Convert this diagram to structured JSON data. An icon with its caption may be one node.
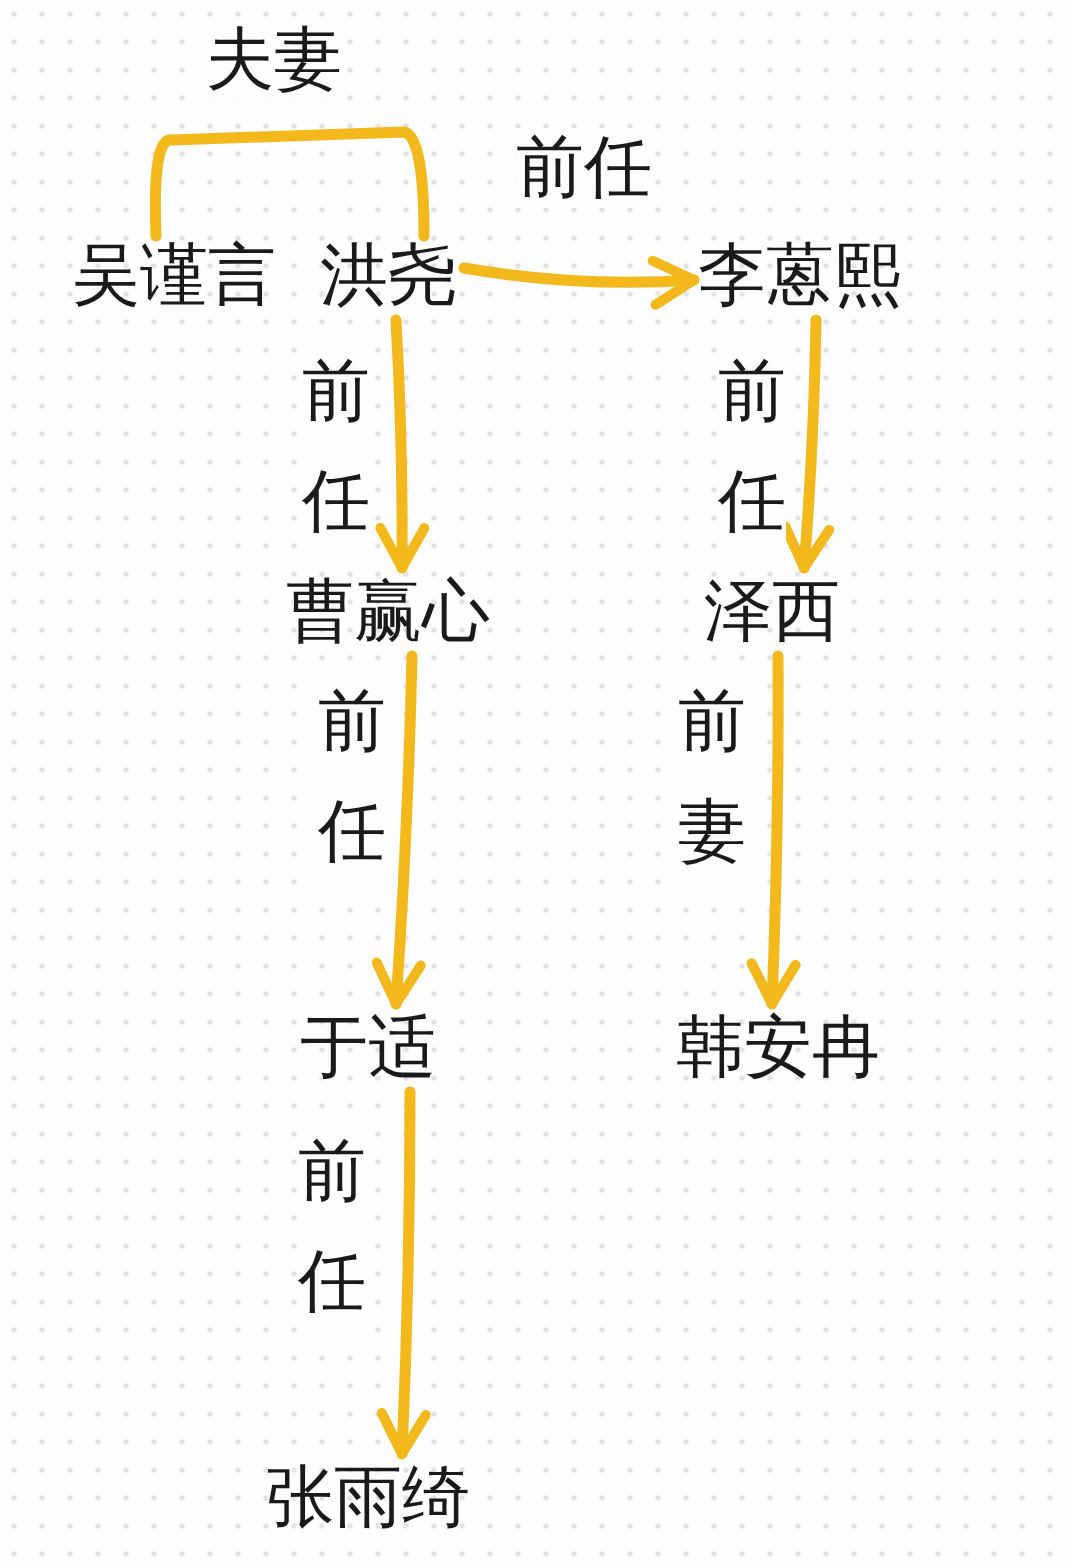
{
  "diagram": {
    "nodes": [
      {
        "text": [
          "吴谨言"
        ]
      },
      {
        "text": [
          "洪尧"
        ]
      },
      {
        "text": [
          "李蒽熙"
        ]
      },
      {
        "text": [
          "曹赢心"
        ]
      },
      {
        "text": [
          "泽西"
        ]
      },
      {
        "text": [
          "于适"
        ]
      },
      {
        "text": [
          "韩安冉"
        ]
      },
      {
        "text": [
          "张雨绮"
        ]
      }
    ],
    "edges": [
      {
        "from": 0,
        "to": 1,
        "arrow": "none",
        "label": "夫妻"
      },
      {
        "from": 1,
        "to": 2,
        "arrow": "to",
        "label": "前任"
      },
      {
        "from": 1,
        "to": 3,
        "arrow": "to",
        "label": "前任"
      },
      {
        "from": 2,
        "to": 4,
        "arrow": "to",
        "label": "前任"
      },
      {
        "from": 3,
        "to": 5,
        "arrow": "to",
        "label": "前任"
      },
      {
        "from": 4,
        "to": 6,
        "arrow": "to",
        "label": "前妻"
      },
      {
        "from": 5,
        "to": 7,
        "arrow": "to",
        "label": "前任"
      }
    ]
  }
}
